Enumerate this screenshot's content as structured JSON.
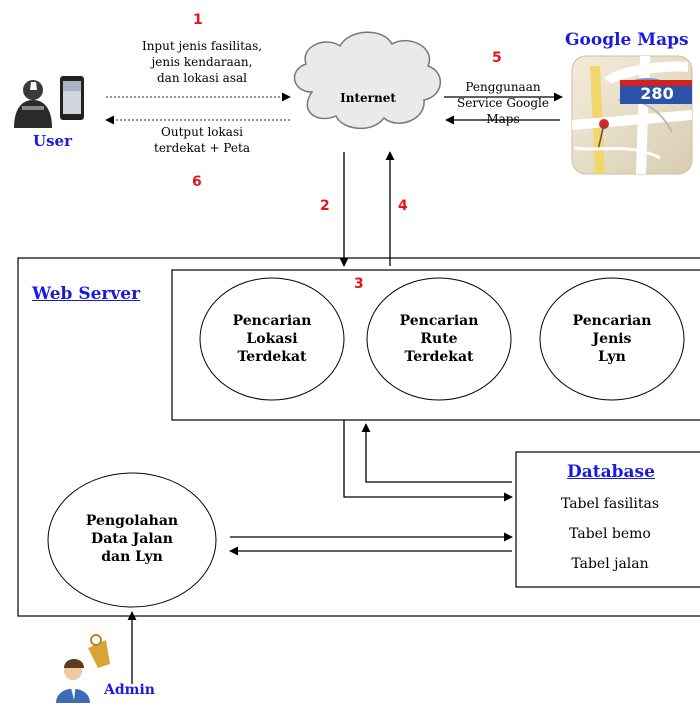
{
  "diagram": {
    "user_label": "User",
    "admin_label": "Admin",
    "internet_label": "Internet",
    "google_maps_title": "Google Maps",
    "map_route_badge": "280",
    "web_server_title": "Web Server",
    "database_title": "Database",
    "steps": {
      "s1": "1",
      "s2": "2",
      "s3": "3",
      "s4": "4",
      "s5": "5",
      "s6": "6"
    },
    "input_text": [
      "Input jenis fasilitas,",
      "jenis kendaraan,",
      "dan lokasi asal"
    ],
    "output_text": [
      "Output lokasi",
      "terdekat  + Peta"
    ],
    "google_service_text": [
      "Penggunaan",
      "Service Google",
      "Maps"
    ],
    "processes": [
      {
        "lines": [
          "Pencarian",
          "Lokasi",
          "Terdekat"
        ]
      },
      {
        "lines": [
          "Pencarian",
          "Rute",
          "Terdekat"
        ]
      },
      {
        "lines": [
          "Pencarian",
          "Jenis",
          "Lyn"
        ]
      }
    ],
    "admin_process": [
      "Pengolahan",
      "Data Jalan",
      "dan Lyn"
    ],
    "database_tables": [
      "Tabel fasilitas",
      "Tabel bemo",
      "Tabel jalan"
    ],
    "colors": {
      "title_blue": "#1a1ae0",
      "step_red": "#e8151b"
    }
  }
}
